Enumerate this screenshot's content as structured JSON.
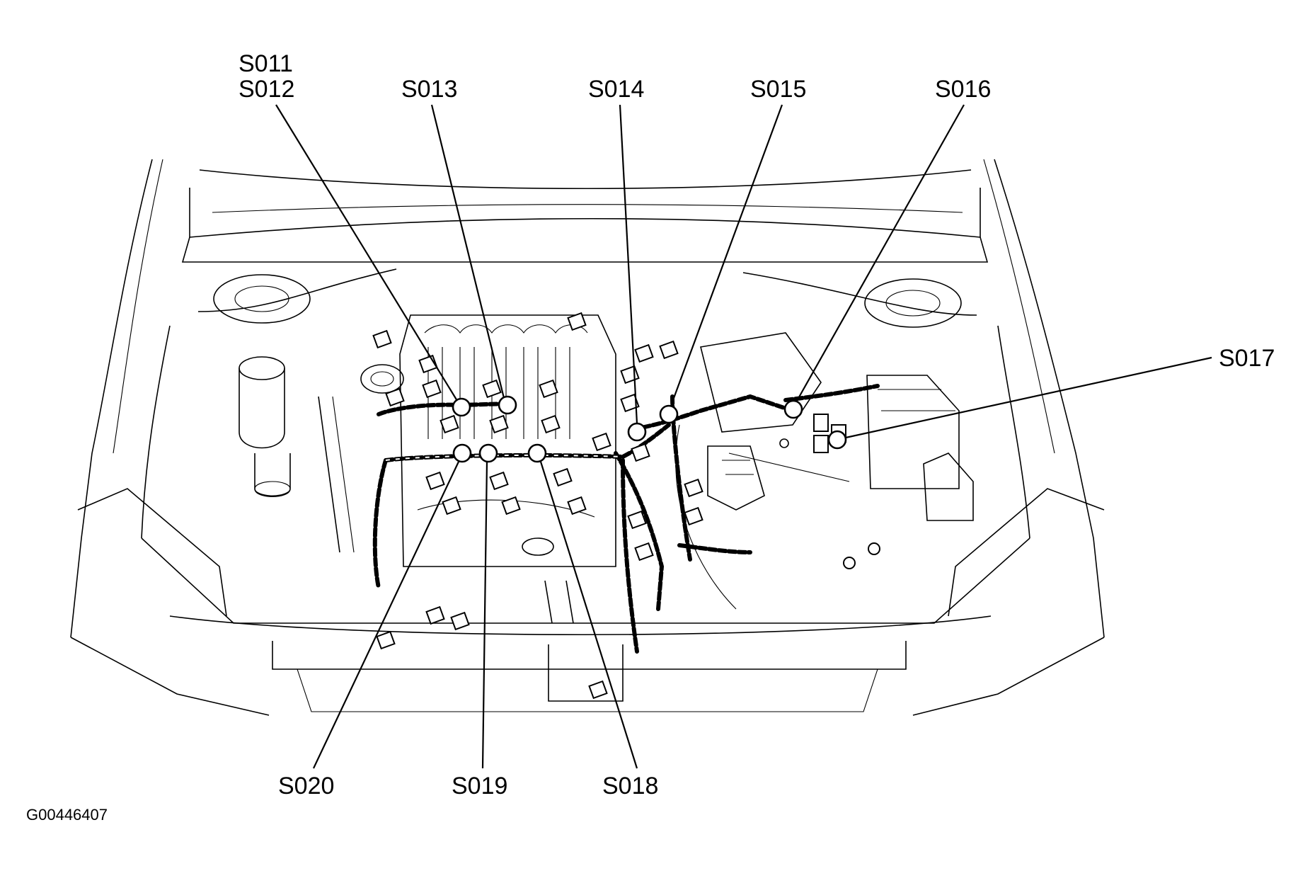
{
  "diagram": {
    "figure_id": "G00446407",
    "splice_labels": [
      "S011",
      "S012",
      "S013",
      "S014",
      "S015",
      "S016",
      "S017",
      "S018",
      "S019",
      "S020"
    ]
  }
}
